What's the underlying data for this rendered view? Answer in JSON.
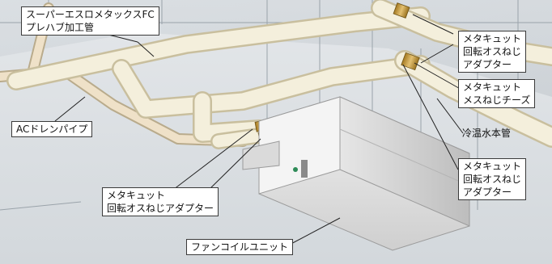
{
  "labels": {
    "pipe_product": [
      "スーパーエスロメタックスFC",
      "プレハブ加工管"
    ],
    "ac_drain": [
      "ACドレンパイプ"
    ],
    "adapter_top": [
      "メタキュット",
      "回転オスねじ",
      "アダプター"
    ],
    "tee": [
      "メタキュット",
      "メスねじチーズ"
    ],
    "main_pipe": [
      "冷温水本管"
    ],
    "adapter_right": [
      "メタキュット",
      "回転オスねじ",
      "アダプター"
    ],
    "adapter_bottom": [
      "メタキュット",
      "回転オスねじアダプター"
    ],
    "fan_coil": [
      "ファンコイルユニット"
    ]
  },
  "colors": {
    "background": "#dfe3e6",
    "pipe": "#f4efdc",
    "pipe_edge": "#c9bf9e",
    "drain_pipe": "#efe1c8",
    "fitting": "#c8a046",
    "unit": "#e8e8e8",
    "leader": "#222222"
  }
}
